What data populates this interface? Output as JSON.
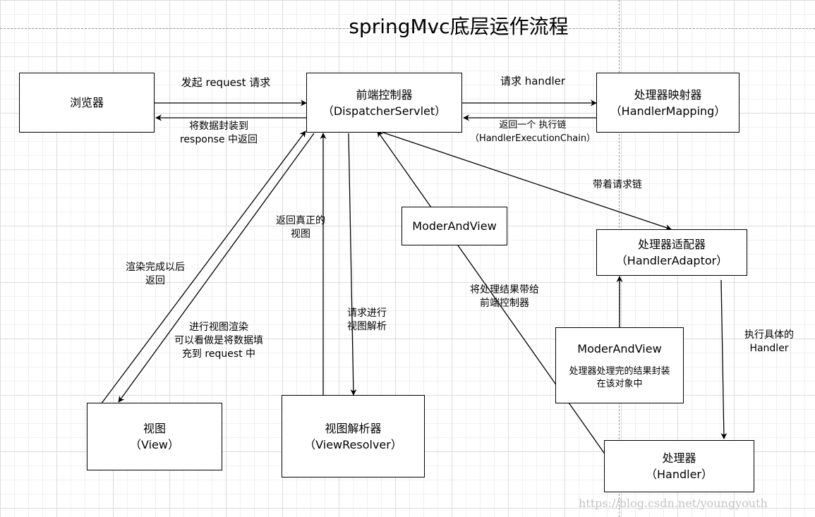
{
  "title": "springMvc底层运作流程",
  "nodes": {
    "browser": {
      "line1": "浏览器"
    },
    "dispatcher": {
      "line1": "前端控制器",
      "line2": "（DispatcherServlet）"
    },
    "mapping": {
      "line1": "处理器映射器",
      "line2": "（HandlerMapping）"
    },
    "adaptor": {
      "line1": "处理器适配器",
      "line2": "（HandlerAdaptor）"
    },
    "mav_top": {
      "line1": "ModerAndView"
    },
    "mav_box": {
      "line1": "ModerAndView",
      "note1": "处理器处理完的结果封装",
      "note2": "在该对象中"
    },
    "view": {
      "line1": "视图",
      "line2": "（View）"
    },
    "resolver": {
      "line1": "视图解析器",
      "line2": "（ViewResolver）"
    },
    "handler": {
      "line1": "处理器",
      "line2": "（Handler）"
    }
  },
  "edge_labels": {
    "request": "发起 request 请求",
    "response": {
      "line1": "将数据封装到",
      "line2": "response 中返回"
    },
    "req_handler": "请求 handler",
    "return_chain": {
      "line1": "返回一个 执行链",
      "line2": "（HandlerExecutionChain）"
    },
    "with_chain": "带着请求链",
    "render_done": {
      "line1": "渲染完成以后",
      "line2": "返回"
    },
    "render_view": {
      "line1": "进行视图渲染",
      "line2": "可以看做是将数据填",
      "line3": "充到 request 中"
    },
    "real_view": {
      "line1": "返回真正的",
      "line2": "视图"
    },
    "resolve": {
      "line1": "请求进行",
      "line2": "视图解析"
    },
    "result_back": {
      "line1": "将处理结果带给",
      "line2": "前端控制器"
    },
    "exec_handler": {
      "line1": "执行具体的",
      "line2": "Handler"
    }
  },
  "watermark": "https://blog.csdn.net/youngyouth"
}
